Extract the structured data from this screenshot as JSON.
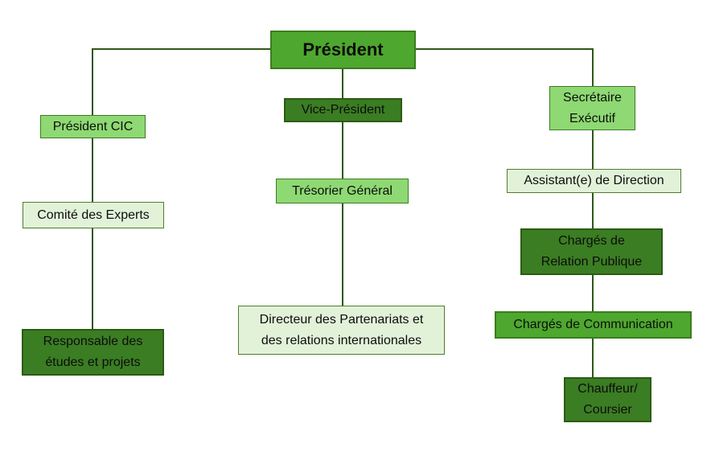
{
  "palette": {
    "medium_green": "#4EA72E",
    "light_green": "#8ED973",
    "pale_green": "#E2F2D9",
    "dark_green": "#3B7D23",
    "border_medium": "#3A7D1E",
    "border_light": "#3E7B23",
    "border_pale": "#4E7E2B",
    "border_dark": "#2B5B13",
    "line_green": "#2E5717",
    "text_color": "#0D0D0D"
  },
  "nodes": {
    "president": {
      "label": "Président",
      "variant": "medium"
    },
    "president_cic": {
      "label": "Président CIC",
      "variant": "light"
    },
    "comite_experts": {
      "label": "Comité des Experts",
      "variant": "pale"
    },
    "responsable_etudes": {
      "label": "Responsable des\nétudes et projets",
      "variant": "dark"
    },
    "vice_president": {
      "label": "Vice-Président",
      "variant": "dark"
    },
    "tresorier_general": {
      "label": "Trésorier Général",
      "variant": "light"
    },
    "directeur_partenariats": {
      "label": "Directeur des Partenariats et\ndes relations internationales",
      "variant": "pale"
    },
    "secretaire_executif": {
      "label": "Secrétaire\nExécutif",
      "variant": "light"
    },
    "assistant_direction": {
      "label": "Assistant(e) de Direction",
      "variant": "pale"
    },
    "charges_relation_publique": {
      "label": "Chargés de\nRelation Publique",
      "variant": "dark"
    },
    "charges_communication": {
      "label": "Chargés de Communication",
      "variant": "medium"
    },
    "chauffeur_coursier": {
      "label": "Chauffeur/\nCoursier",
      "variant": "dark"
    }
  },
  "edges": [
    [
      "president",
      "president_cic"
    ],
    [
      "president_cic",
      "comite_experts"
    ],
    [
      "comite_experts",
      "responsable_etudes"
    ],
    [
      "president",
      "vice_president"
    ],
    [
      "vice_president",
      "tresorier_general"
    ],
    [
      "tresorier_general",
      "directeur_partenariats"
    ],
    [
      "president",
      "secretaire_executif"
    ],
    [
      "secretaire_executif",
      "assistant_direction"
    ],
    [
      "assistant_direction",
      "charges_relation_publique"
    ],
    [
      "charges_relation_publique",
      "charges_communication"
    ],
    [
      "charges_communication",
      "chauffeur_coursier"
    ]
  ]
}
